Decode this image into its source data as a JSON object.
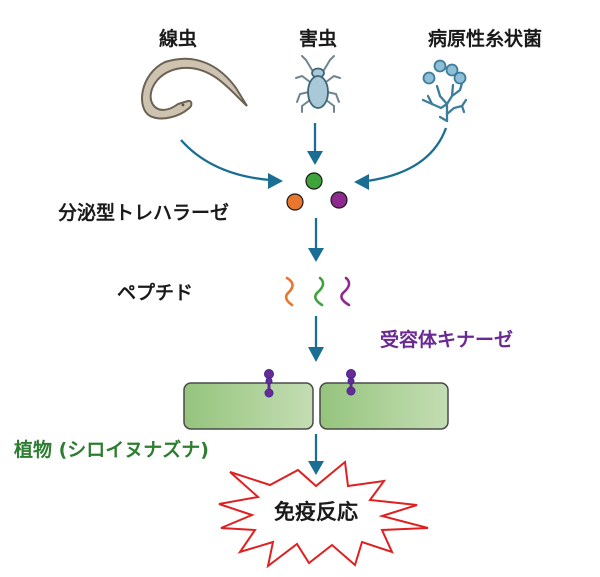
{
  "sources": [
    {
      "id": "nematode",
      "label": "線虫",
      "icon": "nematode-icon"
    },
    {
      "id": "pest",
      "label": "害虫",
      "icon": "insect-icon"
    },
    {
      "id": "fungus",
      "label": "病原性糸状菌",
      "icon": "filamentous-fungus-icon"
    }
  ],
  "enzyme": {
    "label": "分泌型トレハラーゼ",
    "dots": [
      {
        "name": "green",
        "color": "#3fa33c"
      },
      {
        "name": "orange",
        "color": "#e8762c"
      },
      {
        "name": "purple",
        "color": "#8e2a8e"
      }
    ]
  },
  "peptide": {
    "label": "ペプチド",
    "squiggles": [
      {
        "name": "orange",
        "color": "#e8762c"
      },
      {
        "name": "green",
        "color": "#3fa33c"
      },
      {
        "name": "purple",
        "color": "#8e2a8e"
      }
    ]
  },
  "receptor": {
    "label": "受容体キナーゼ",
    "color": "#6a2a92"
  },
  "plant": {
    "label": "植物 (シロイヌナズナ)",
    "color": "#2e7d32"
  },
  "response": {
    "label": "免疫反応",
    "outline_color": "#e02020"
  },
  "colors": {
    "arrow": "#1b6e93",
    "cell_fill_dark": "#95c47d",
    "cell_fill_light": "#c4ddb3",
    "cell_stroke": "#4a4a4a",
    "nematode_fill": "#cdc3b0",
    "nematode_stroke": "#6b6254",
    "insect_fill": "#a9c9d9",
    "insect_stroke": "#3f6678",
    "fungus_fill": "#8fbfd6",
    "fungus_stroke": "#3d7d9c"
  }
}
